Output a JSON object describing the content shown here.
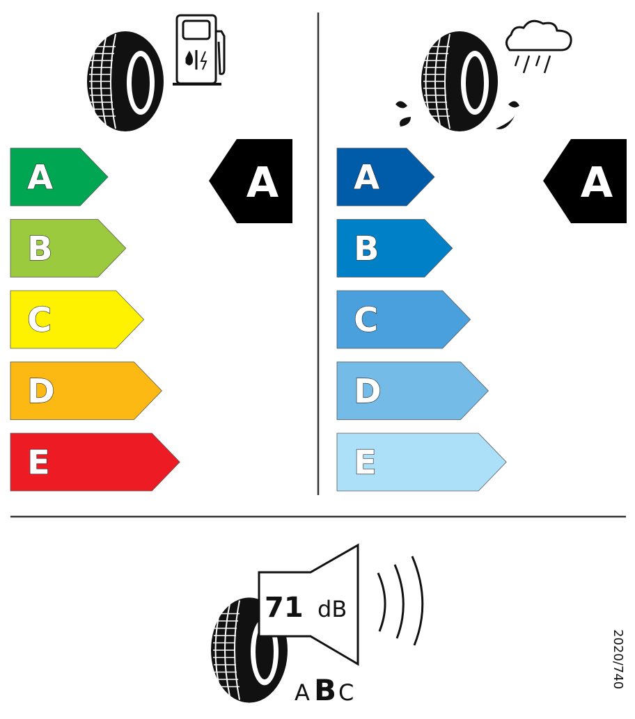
{
  "fuel_efficiency": {
    "classes": [
      {
        "label": "A",
        "color": "#00a651"
      },
      {
        "label": "B",
        "color": "#9bca3e"
      },
      {
        "label": "C",
        "color": "#fff200"
      },
      {
        "label": "D",
        "color": "#fdb913"
      },
      {
        "label": "E",
        "color": "#ed1c24"
      }
    ],
    "rating": "A",
    "icon": "tyre-fuel-pump-icon"
  },
  "wet_grip": {
    "classes": [
      {
        "label": "A",
        "color": "#005ca9"
      },
      {
        "label": "B",
        "color": "#0080c6"
      },
      {
        "label": "C",
        "color": "#4aa0dc"
      },
      {
        "label": "D",
        "color": "#74bbe7"
      },
      {
        "label": "E",
        "color": "#acdff8"
      }
    ],
    "rating": "A",
    "icon": "tyre-rain-cloud-icon"
  },
  "noise": {
    "value": "71",
    "unit": "dB",
    "class_left": "A",
    "class_selected": "B",
    "class_right": "C"
  },
  "regulation": "2020/740"
}
